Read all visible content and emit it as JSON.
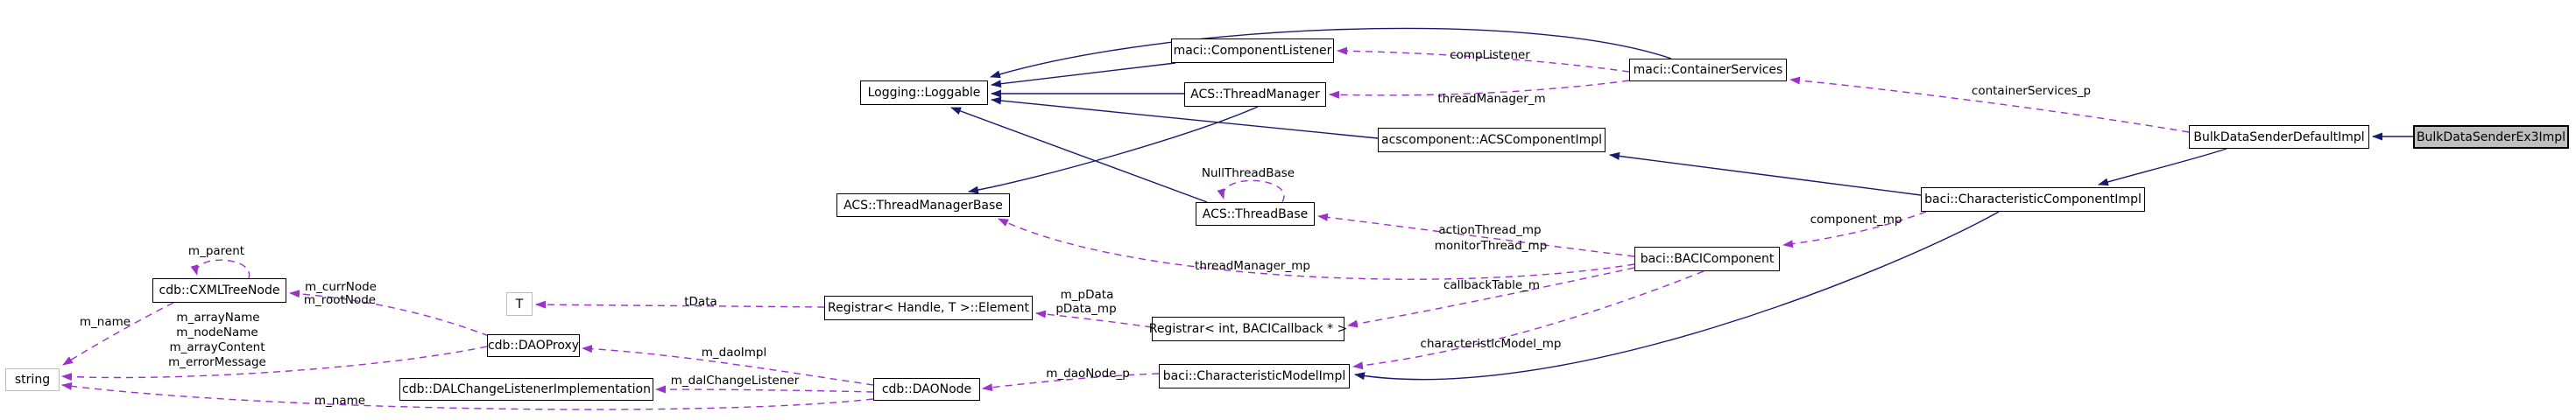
{
  "diagram": {
    "kind": "doxygen-collaboration-graph",
    "colors": {
      "inheritance_edge": "#191970",
      "usage_edge": "#9a32cd",
      "node_border": "#000000",
      "node_fill": "#ffffff",
      "highlight_node_fill": "#bfbfbf",
      "external_node_border": "#bdbdbd",
      "background": "#ffffff"
    },
    "nodes": [
      {
        "id": "componentlistener",
        "label": "maci::ComponentListener",
        "kind": "normal"
      },
      {
        "id": "containerservices",
        "label": "maci::ContainerServices",
        "kind": "normal"
      },
      {
        "id": "loggable",
        "label": "Logging::Loggable",
        "kind": "normal"
      },
      {
        "id": "threadmanager",
        "label": "ACS::ThreadManager",
        "kind": "normal"
      },
      {
        "id": "acscomponentimpl",
        "label": "acscomponent::ACSComponentImpl",
        "kind": "normal"
      },
      {
        "id": "bdsdefault",
        "label": "BulkDataSenderDefaultImpl",
        "kind": "normal"
      },
      {
        "id": "bdsex3",
        "label": "BulkDataSenderEx3Impl",
        "kind": "highlight"
      },
      {
        "id": "charcompimpl",
        "label": "baci::CharacteristicComponentImpl",
        "kind": "normal"
      },
      {
        "id": "tmbase",
        "label": "ACS::ThreadManagerBase",
        "kind": "normal"
      },
      {
        "id": "threadbase",
        "label": "ACS::ThreadBase",
        "kind": "normal"
      },
      {
        "id": "bacicomponent",
        "label": "baci::BACIComponent",
        "kind": "normal"
      },
      {
        "id": "cxmltreenode",
        "label": "cdb::CXMLTreeNode",
        "kind": "normal"
      },
      {
        "id": "t",
        "label": "T",
        "kind": "external"
      },
      {
        "id": "element",
        "label": "Registrar< Handle, T >::Element",
        "kind": "normal"
      },
      {
        "id": "registrarint",
        "label": "Registrar< int, BACICallback * >",
        "kind": "normal"
      },
      {
        "id": "daoproxy",
        "label": "cdb::DAOProxy",
        "kind": "normal"
      },
      {
        "id": "string",
        "label": "string",
        "kind": "external"
      },
      {
        "id": "dalchange",
        "label": "cdb::DALChangeListenerImplementation",
        "kind": "normal"
      },
      {
        "id": "daonode",
        "label": "cdb::DAONode",
        "kind": "normal"
      },
      {
        "id": "charmodelimpl",
        "label": "baci::CharacteristicModelImpl",
        "kind": "normal"
      }
    ],
    "edges": [
      {
        "id": "s1",
        "from": "bdsex3",
        "to": "bdsdefault",
        "kind": "inheritance"
      },
      {
        "id": "s2",
        "from": "bdsdefault",
        "to": "charcompimpl",
        "kind": "inheritance"
      },
      {
        "id": "s3",
        "from": "charcompimpl",
        "to": "acscomponentimpl",
        "kind": "inheritance"
      },
      {
        "id": "s4",
        "from": "acscomponentimpl",
        "to": "loggable",
        "kind": "inheritance"
      },
      {
        "id": "s5",
        "from": "componentlistener",
        "to": "loggable",
        "kind": "inheritance"
      },
      {
        "id": "s6",
        "from": "containerservices",
        "to": "loggable",
        "kind": "inheritance"
      },
      {
        "id": "s7",
        "from": "threadmanager",
        "to": "tmbase",
        "kind": "inheritance"
      },
      {
        "id": "s8",
        "from": "charcompimpl",
        "to": "charmodelimpl",
        "kind": "inheritance"
      },
      {
        "id": "s9",
        "from": "threadbase",
        "to": "loggable",
        "kind": "inheritance"
      },
      {
        "id": "s10",
        "from": "threadmanager",
        "to": "loggable",
        "kind": "inheritance"
      },
      {
        "id": "d1",
        "from": "containerservices",
        "to": "componentlistener",
        "kind": "usage",
        "label": "compListener"
      },
      {
        "id": "d2",
        "from": "containerservices",
        "to": "threadmanager",
        "kind": "usage",
        "label": "threadManager_m"
      },
      {
        "id": "d3",
        "from": "bdsdefault",
        "to": "containerservices",
        "kind": "usage",
        "label": "containerServices_p"
      },
      {
        "id": "d4",
        "from": "threadbase",
        "to": "threadbase",
        "kind": "usage",
        "label": "NullThreadBase"
      },
      {
        "id": "d5",
        "from": "bacicomponent",
        "to": "threadbase",
        "kind": "usage",
        "label": "actionThread_mp monitorThread_mp"
      },
      {
        "id": "d6",
        "from": "bacicomponent",
        "to": "tmbase",
        "kind": "usage",
        "label": "threadManager_mp"
      },
      {
        "id": "d7",
        "from": "charcompimpl",
        "to": "bacicomponent",
        "kind": "usage",
        "label": "component_mp"
      },
      {
        "id": "d8",
        "from": "bacicomponent",
        "to": "registrarint",
        "kind": "usage",
        "label": "callbackTable_m"
      },
      {
        "id": "d9",
        "from": "bacicomponent",
        "to": "charmodelimpl",
        "kind": "usage",
        "label": "characteristicModel_mp"
      },
      {
        "id": "d10",
        "from": "registrarint",
        "to": "element",
        "kind": "usage",
        "label": "m_pData pData_mp"
      },
      {
        "id": "d11",
        "from": "element",
        "to": "t",
        "kind": "usage",
        "label": "tData"
      },
      {
        "id": "d12",
        "from": "daoproxy",
        "to": "cxmltreenode",
        "kind": "usage",
        "label": "m_currNode m_rootNode"
      },
      {
        "id": "d13",
        "from": "cxmltreenode",
        "to": "cxmltreenode",
        "kind": "usage",
        "label": "m_parent"
      },
      {
        "id": "d14",
        "from": "cxmltreenode",
        "to": "string",
        "kind": "usage",
        "label": "m_name"
      },
      {
        "id": "d15",
        "from": "daoproxy",
        "to": "string",
        "kind": "usage",
        "label": "m_arrayName m_nodeName m_arrayContent m_errorMessage"
      },
      {
        "id": "d16",
        "from": "daonode",
        "to": "string",
        "kind": "usage",
        "label": "m_name"
      },
      {
        "id": "d17",
        "from": "daonode",
        "to": "daoproxy",
        "kind": "usage",
        "label": "m_daoImpl"
      },
      {
        "id": "d18",
        "from": "daonode",
        "to": "dalchange",
        "kind": "usage",
        "label": "m_dalChangeListener"
      },
      {
        "id": "d19",
        "from": "charmodelimpl",
        "to": "daonode",
        "kind": "usage",
        "label": "m_daoNode_p"
      }
    ],
    "edge_labels": [
      {
        "id": "compListener",
        "text": "compListener"
      },
      {
        "id": "threadManager_m",
        "text": "threadManager_m"
      },
      {
        "id": "containerServices_p",
        "text": "containerServices_p"
      },
      {
        "id": "NullThreadBase",
        "text": "NullThreadBase"
      },
      {
        "id": "actionThread_mp",
        "text": "actionThread_mp"
      },
      {
        "id": "monitorThread_mp",
        "text": "monitorThread_mp"
      },
      {
        "id": "threadManager_mp",
        "text": "threadManager_mp"
      },
      {
        "id": "component_mp",
        "text": "component_mp"
      },
      {
        "id": "callbackTable_m",
        "text": "callbackTable_m"
      },
      {
        "id": "characteristicModel_mp",
        "text": "characteristicModel_mp"
      },
      {
        "id": "m_pData",
        "text": "m_pData"
      },
      {
        "id": "pData_mp",
        "text": "pData_mp"
      },
      {
        "id": "tData",
        "text": "tData"
      },
      {
        "id": "m_parent",
        "text": "m_parent"
      },
      {
        "id": "m_currNode",
        "text": "m_currNode"
      },
      {
        "id": "m_rootNode",
        "text": "m_rootNode"
      },
      {
        "id": "m_name_top",
        "text": "m_name"
      },
      {
        "id": "m_arrayName",
        "text": "m_arrayName"
      },
      {
        "id": "m_nodeName",
        "text": "m_nodeName"
      },
      {
        "id": "m_arrayContent",
        "text": "m_arrayContent"
      },
      {
        "id": "m_errorMessage",
        "text": "m_errorMessage"
      },
      {
        "id": "m_name_bottom",
        "text": "m_name"
      },
      {
        "id": "m_daoImpl",
        "text": "m_daoImpl"
      },
      {
        "id": "m_dalChangeListener",
        "text": "m_dalChangeListener"
      },
      {
        "id": "m_daoNode_p",
        "text": "m_daoNode_p"
      }
    ]
  }
}
